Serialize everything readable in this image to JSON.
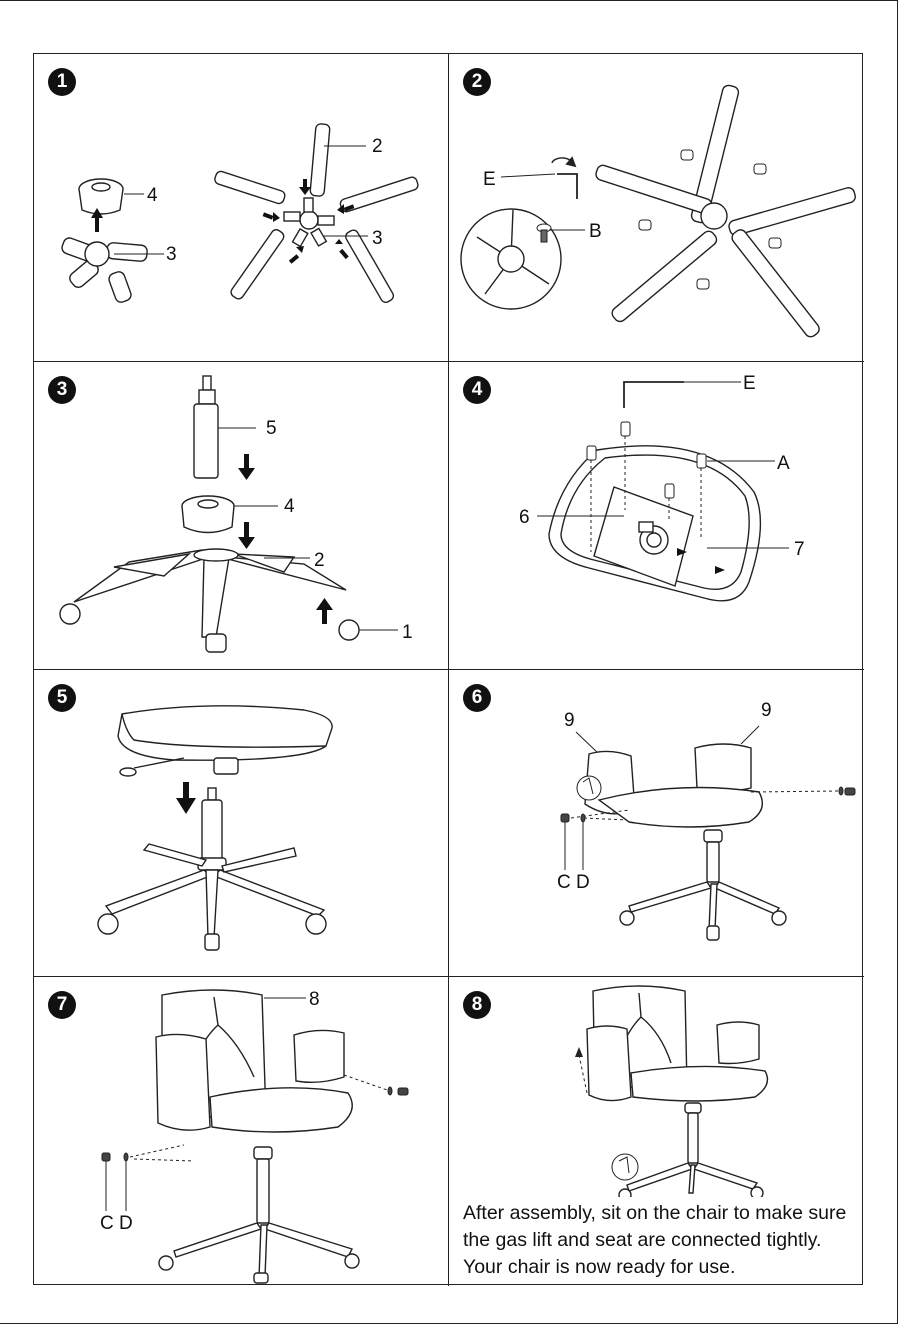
{
  "steps": [
    {
      "number": "1",
      "labels": {
        "a": "4",
        "b": "3",
        "c": "2",
        "d": "3"
      }
    },
    {
      "number": "2",
      "labels": {
        "a": "E",
        "b": "B"
      }
    },
    {
      "number": "3",
      "labels": {
        "a": "5",
        "b": "4",
        "c": "2",
        "d": "1"
      }
    },
    {
      "number": "4",
      "labels": {
        "a": "E",
        "b": "A",
        "c": "6",
        "d": "7"
      }
    },
    {
      "number": "5",
      "labels": {}
    },
    {
      "number": "6",
      "labels": {
        "a": "9",
        "b": "9",
        "c": "C D"
      }
    },
    {
      "number": "7",
      "labels": {
        "a": "8",
        "b": "C D"
      }
    },
    {
      "number": "8",
      "labels": {}
    }
  ],
  "final_note": "After assembly, sit on the chair to make sure the gas lift and seat are connected tightly. Your chair is now ready for use."
}
